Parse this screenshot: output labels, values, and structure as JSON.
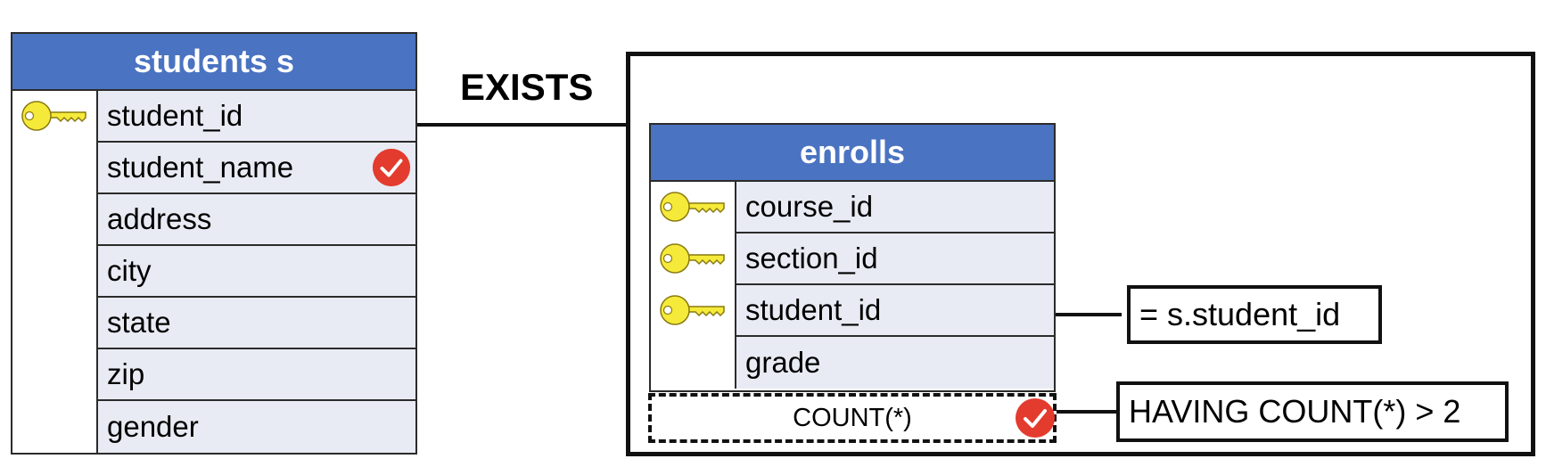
{
  "students_table": {
    "title": "students s",
    "fields": [
      {
        "name": "student_id",
        "key": true,
        "selected": false
      },
      {
        "name": "student_name",
        "key": false,
        "selected": true
      },
      {
        "name": "address",
        "key": false,
        "selected": false
      },
      {
        "name": "city",
        "key": false,
        "selected": false
      },
      {
        "name": "state",
        "key": false,
        "selected": false
      },
      {
        "name": "zip",
        "key": false,
        "selected": false
      },
      {
        "name": "gender",
        "key": false,
        "selected": false
      }
    ]
  },
  "exists_label": "EXISTS",
  "enrolls_table": {
    "title": "enrolls",
    "fields": [
      {
        "name": "course_id",
        "key": true
      },
      {
        "name": "section_id",
        "key": true
      },
      {
        "name": "student_id",
        "key": true
      },
      {
        "name": "grade",
        "key": false
      }
    ],
    "aggregate": "COUNT(*)"
  },
  "join_condition": "= s.student_id",
  "having_condition": "HAVING COUNT(*) > 2",
  "colors": {
    "header": "#4a73c1",
    "field_bg": "#e8ebf3",
    "key": "#f5ea3a",
    "check": "#e33b2e"
  }
}
